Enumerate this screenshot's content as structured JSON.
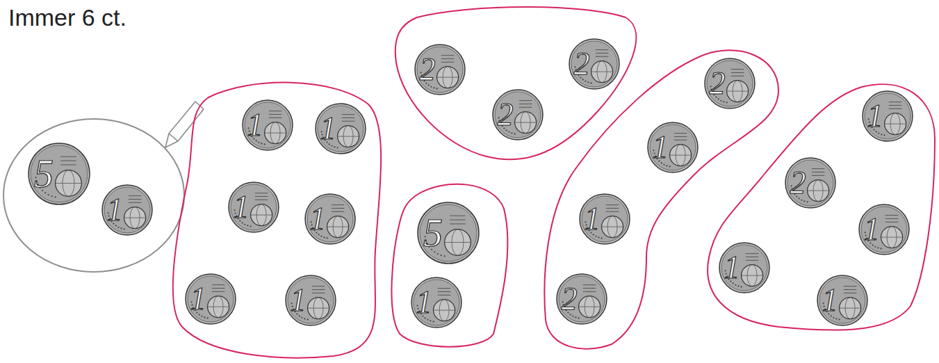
{
  "diagram": {
    "title": "Immer 6 ct.",
    "nodes": [
      {
        "text": []
      },
      {
        "text": [
          "5"
        ],
        "in": 0
      },
      {
        "text": [
          "1"
        ],
        "in": 0
      },
      {
        "text": []
      },
      {
        "text": [
          "1"
        ],
        "in": 3
      },
      {
        "text": [
          "1"
        ],
        "in": 3
      },
      {
        "text": [
          "1"
        ],
        "in": 3
      },
      {
        "text": [
          "1"
        ],
        "in": 3
      },
      {
        "text": [
          "1"
        ],
        "in": 3
      },
      {
        "text": [
          "1"
        ],
        "in": 3
      },
      {
        "text": []
      },
      {
        "text": [
          "2"
        ],
        "in": 10
      },
      {
        "text": [
          "2"
        ],
        "in": 10
      },
      {
        "text": [
          "2"
        ],
        "in": 10
      },
      {
        "text": []
      },
      {
        "text": [
          "5"
        ],
        "in": 14
      },
      {
        "text": [
          "1"
        ],
        "in": 14
      },
      {
        "text": []
      },
      {
        "text": [
          "2"
        ],
        "in": 17
      },
      {
        "text": [
          "1"
        ],
        "in": 17
      },
      {
        "text": [
          "1"
        ],
        "in": 17
      },
      {
        "text": [
          "2"
        ],
        "in": 17
      },
      {
        "text": []
      },
      {
        "text": [
          "1"
        ],
        "in": 22
      },
      {
        "text": [
          "2"
        ],
        "in": 22
      },
      {
        "text": [
          "1"
        ],
        "in": 22
      },
      {
        "text": [
          "1"
        ],
        "in": 22
      },
      {
        "text": [
          "1"
        ],
        "in": 22
      }
    ]
  }
}
